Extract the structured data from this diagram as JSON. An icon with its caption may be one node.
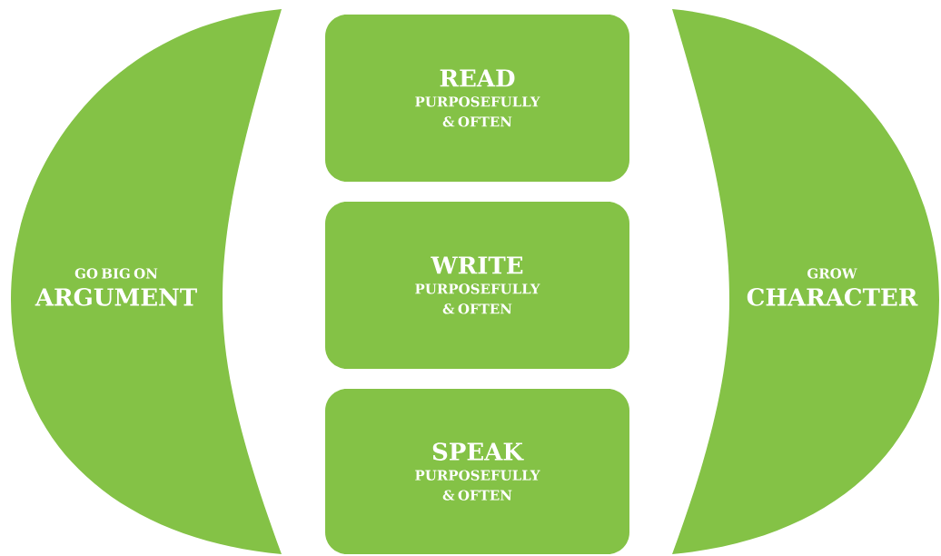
{
  "diagram": {
    "nodes": [
      {
        "text": [
          "GO BIG ON",
          "ARGUMENT"
        ]
      },
      {
        "text": [
          "READ",
          "PURPOSEFULLY & OFTEN"
        ]
      },
      {
        "text": [
          "WRITE",
          "PURPOSEFULLY & OFTEN"
        ]
      },
      {
        "text": [
          "SPEAK",
          "PURPOSEFULLY & OFTEN"
        ]
      },
      {
        "text": [
          "GROW",
          "CHARACTER"
        ]
      }
    ]
  }
}
